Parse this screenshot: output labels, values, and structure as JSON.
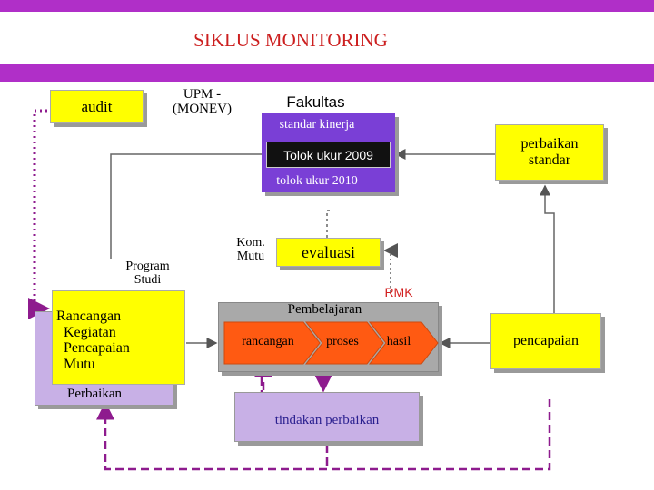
{
  "title": "SIKLUS MONITORING",
  "colors": {
    "accent_bar": "#b02fc8",
    "title_text": "#cc1f1f",
    "yellow": "#ffff00",
    "purple_box": "#7a3fd6",
    "lavender_box": "#c8b0e6",
    "orange": "#ff5a12",
    "dashed_line": "#8e1b8e",
    "rmk_text": "#d21f1f",
    "gray_panel": "#a9a9a9"
  },
  "nodes": {
    "audit": "audit",
    "upm": "UPM -\n(MONEV)",
    "fakultas": "Fakultas",
    "standar_kinerja": "standar kinerja",
    "tolok_ukur_2009": "Tolok ukur 2009",
    "tolok_ukur_2010": "tolok ukur 2010",
    "perbaikan_standar": "perbaikan\nstandar",
    "kom_mutu": "Kom.\nMutu",
    "evaluasi": "evaluasi",
    "rmk": "RMK",
    "program_studi": "Program\nStudi",
    "rancangan_kegiatan": "Rancangan\n  Kegiatan\n  Pencapaian\n  Mutu",
    "perbaikan": "Perbaikan",
    "pembelajaran": "Pembelajaran",
    "rancangan": "rancangan",
    "proses": "proses",
    "hasil": "hasil",
    "pencapaian": "pencapaian",
    "tindakan_perbaikan": "tindakan perbaikan"
  }
}
